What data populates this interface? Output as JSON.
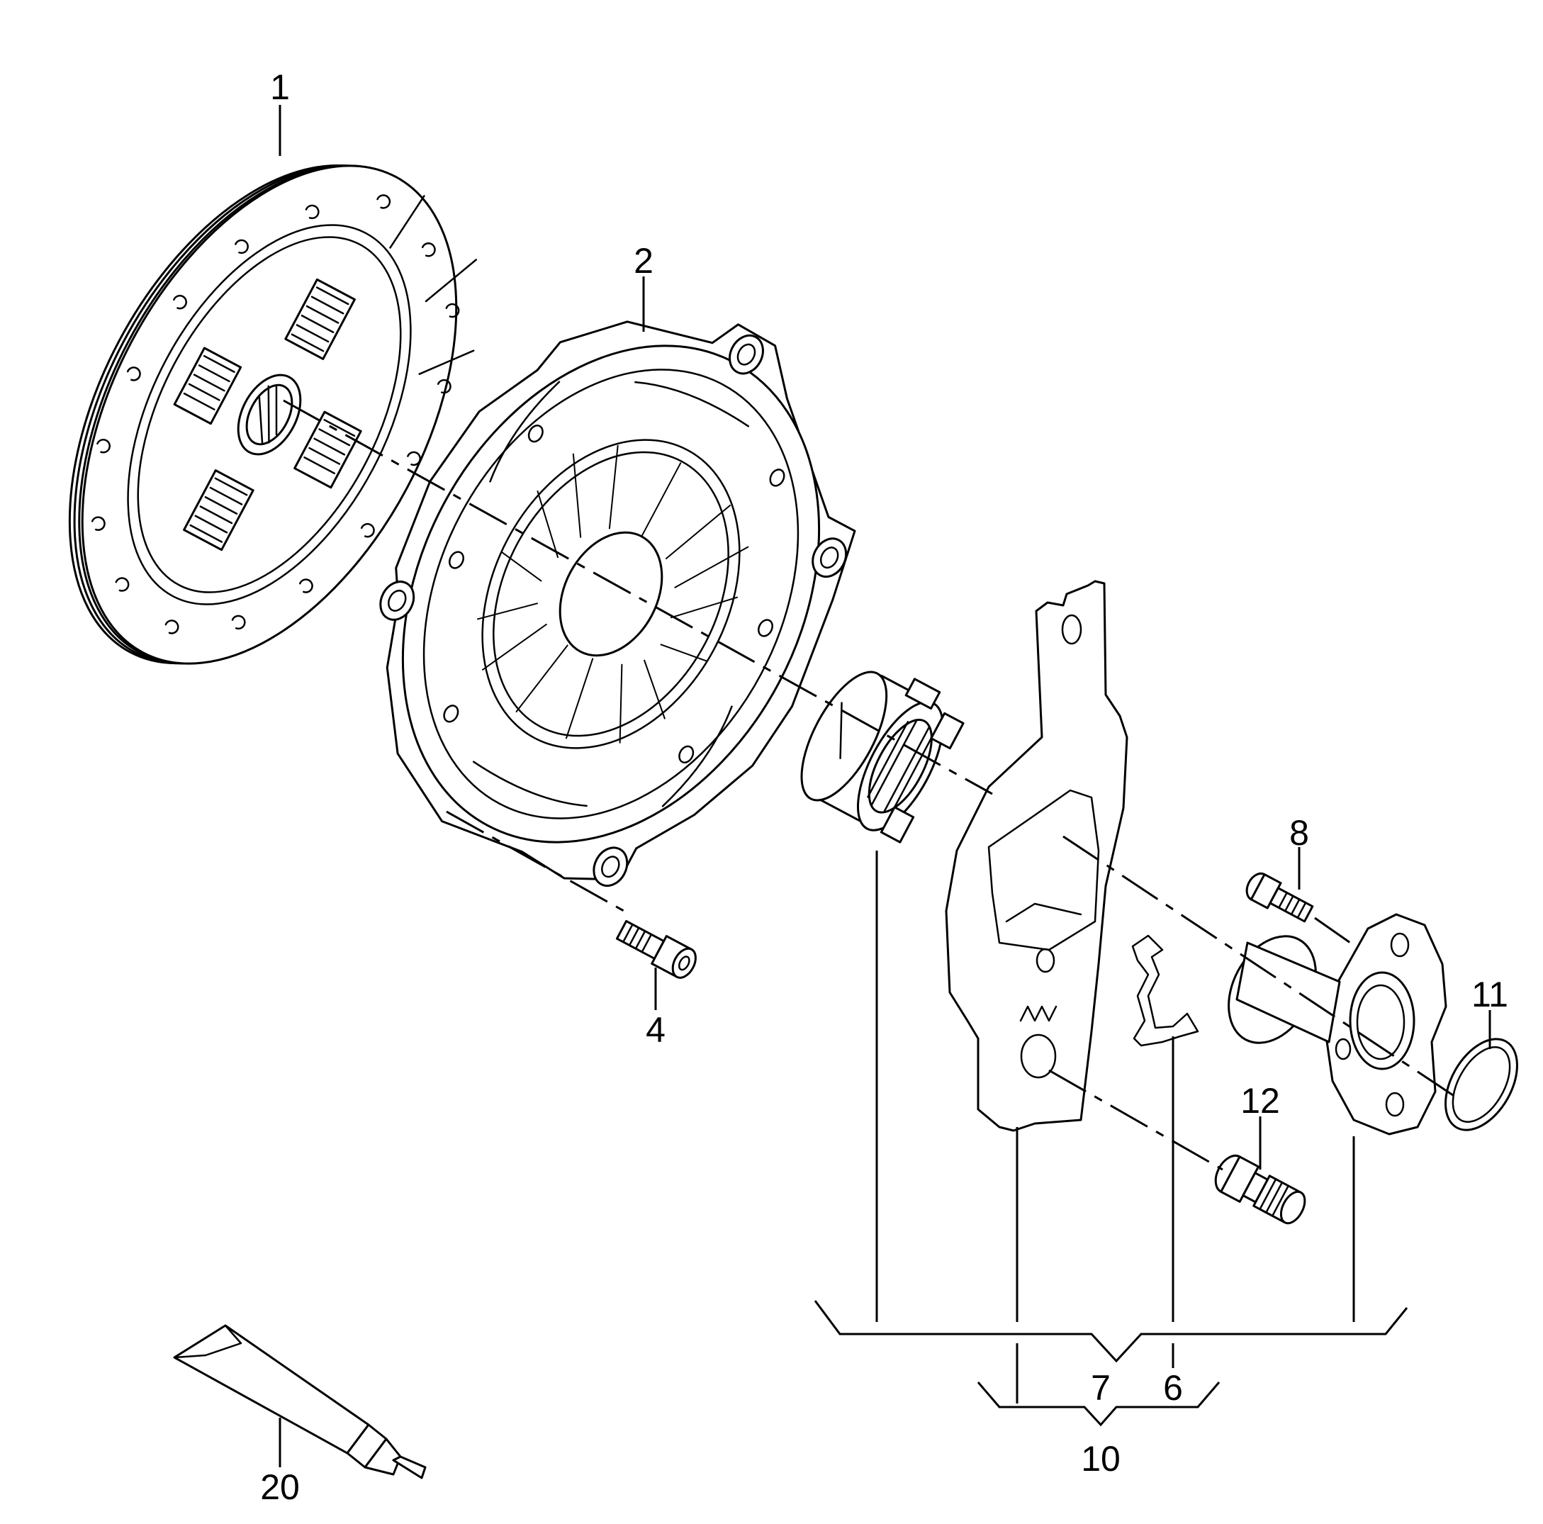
{
  "diagram": {
    "type": "exploded-parts-diagram",
    "line_color": "#000000",
    "background": "#ffffff",
    "callouts": {
      "c1": "1",
      "c2": "2",
      "c4": "4",
      "c6": "6",
      "c7": "7",
      "c8": "8",
      "c10": "10",
      "c11": "11",
      "c12": "12",
      "c20": "20"
    }
  }
}
